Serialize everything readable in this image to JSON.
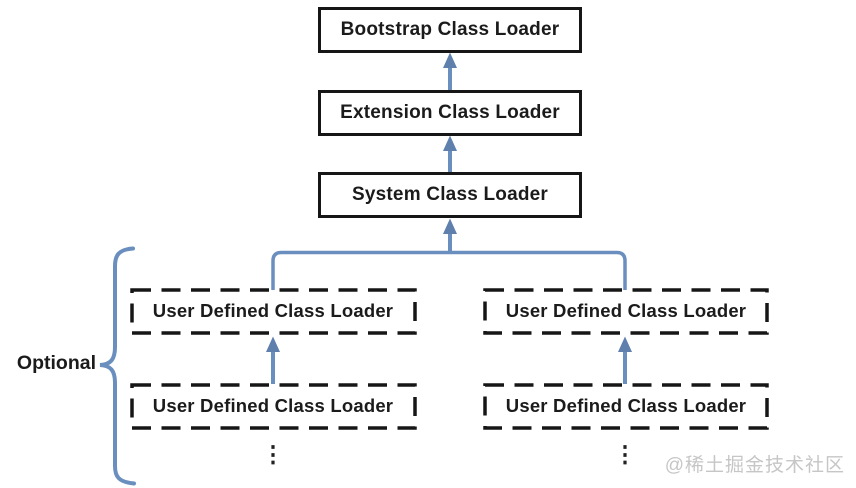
{
  "diagram": {
    "hierarchy_nodes": [
      {
        "id": "bootstrap-class-loader",
        "label": "Bootstrap Class Loader",
        "border": "solid"
      },
      {
        "id": "extension-class-loader",
        "label": "Extension Class Loader",
        "border": "solid"
      },
      {
        "id": "system-class-loader",
        "label": "System Class Loader",
        "border": "solid"
      }
    ],
    "user_defined_nodes": [
      {
        "id": "user-defined-left-top",
        "label": "User Defined Class Loader",
        "border": "dashed"
      },
      {
        "id": "user-defined-right-top",
        "label": "User Defined Class Loader",
        "border": "dashed"
      },
      {
        "id": "user-defined-left-bottom",
        "label": "User Defined Class Loader",
        "border": "dashed"
      },
      {
        "id": "user-defined-right-bottom",
        "label": "User Defined Class Loader",
        "border": "dashed"
      }
    ],
    "optional_label": "Optional",
    "ellipsis_glyph": "⋮",
    "watermark": "@稀土掘金技术社区",
    "colors": {
      "connector_blue": "#6a8fbf",
      "arrowhead_blue": "#5f80ad",
      "node_border": "#161616",
      "watermark_gray": "#c6c6c6"
    }
  }
}
